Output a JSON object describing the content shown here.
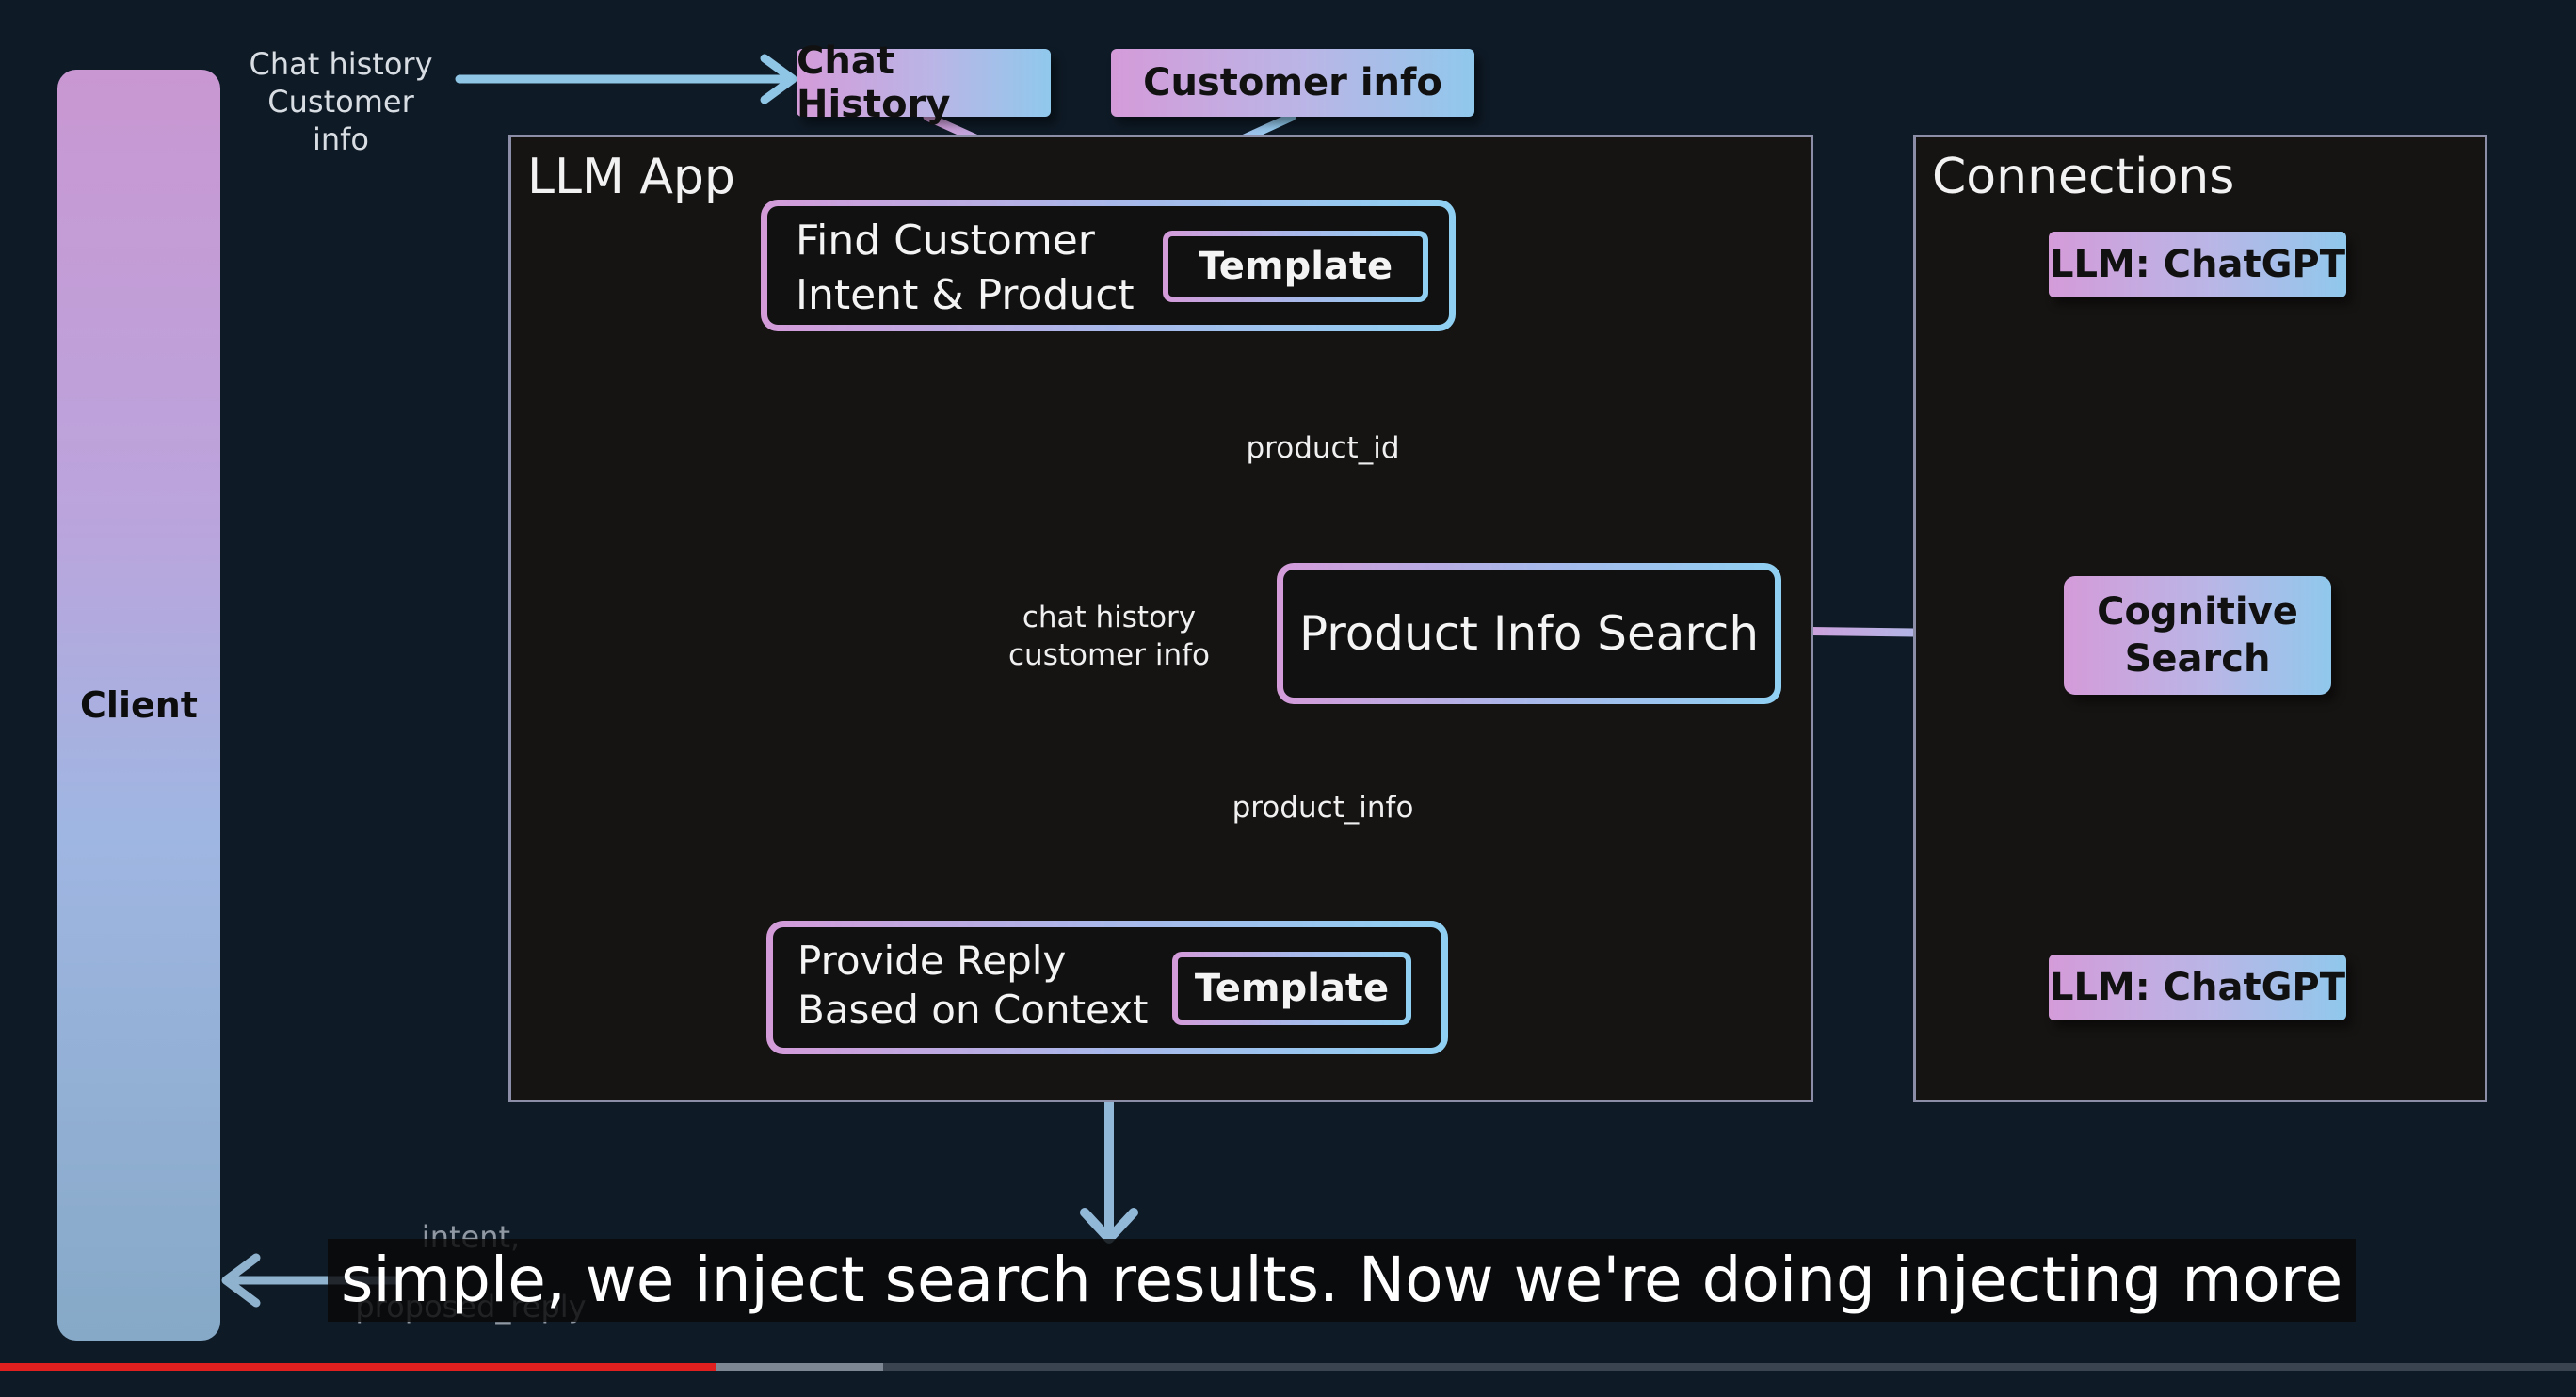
{
  "client": {
    "label": "Client"
  },
  "input_labels": {
    "line1": "Chat history",
    "line2": "Customer info"
  },
  "top_inputs": {
    "chat_history": "Chat History",
    "customer_info": "Customer info"
  },
  "llm_app": {
    "title": "LLM App",
    "find_intent": {
      "line1": "Find Customer",
      "line2": "Intent & Product",
      "template": "Template"
    },
    "product_search": {
      "label": "Product Info Search"
    },
    "provide_reply": {
      "line1": "Provide Reply",
      "line2": "Based on Context",
      "template": "Template"
    },
    "edge_labels": {
      "product_id": "product_id",
      "product_info": "product_info",
      "ctx_line1": "chat history",
      "ctx_line2": "customer info"
    }
  },
  "connections": {
    "title": "Connections",
    "llm1": "LLM: ChatGPT",
    "cognitive_line1": "Cognitive",
    "cognitive_line2": "Search",
    "llm2": "LLM: ChatGPT"
  },
  "output_labels": {
    "line1": "intent,",
    "line2": "proposed_reply"
  },
  "caption": {
    "text": "simple, we inject search results. Now we're doing injecting more"
  },
  "colors": {
    "pink": "#d49bd9",
    "blue": "#8fd0f2",
    "background": "#0e1a26"
  },
  "video_progress": {
    "played_fraction": 0.278,
    "buffered_fraction": 0.343
  }
}
